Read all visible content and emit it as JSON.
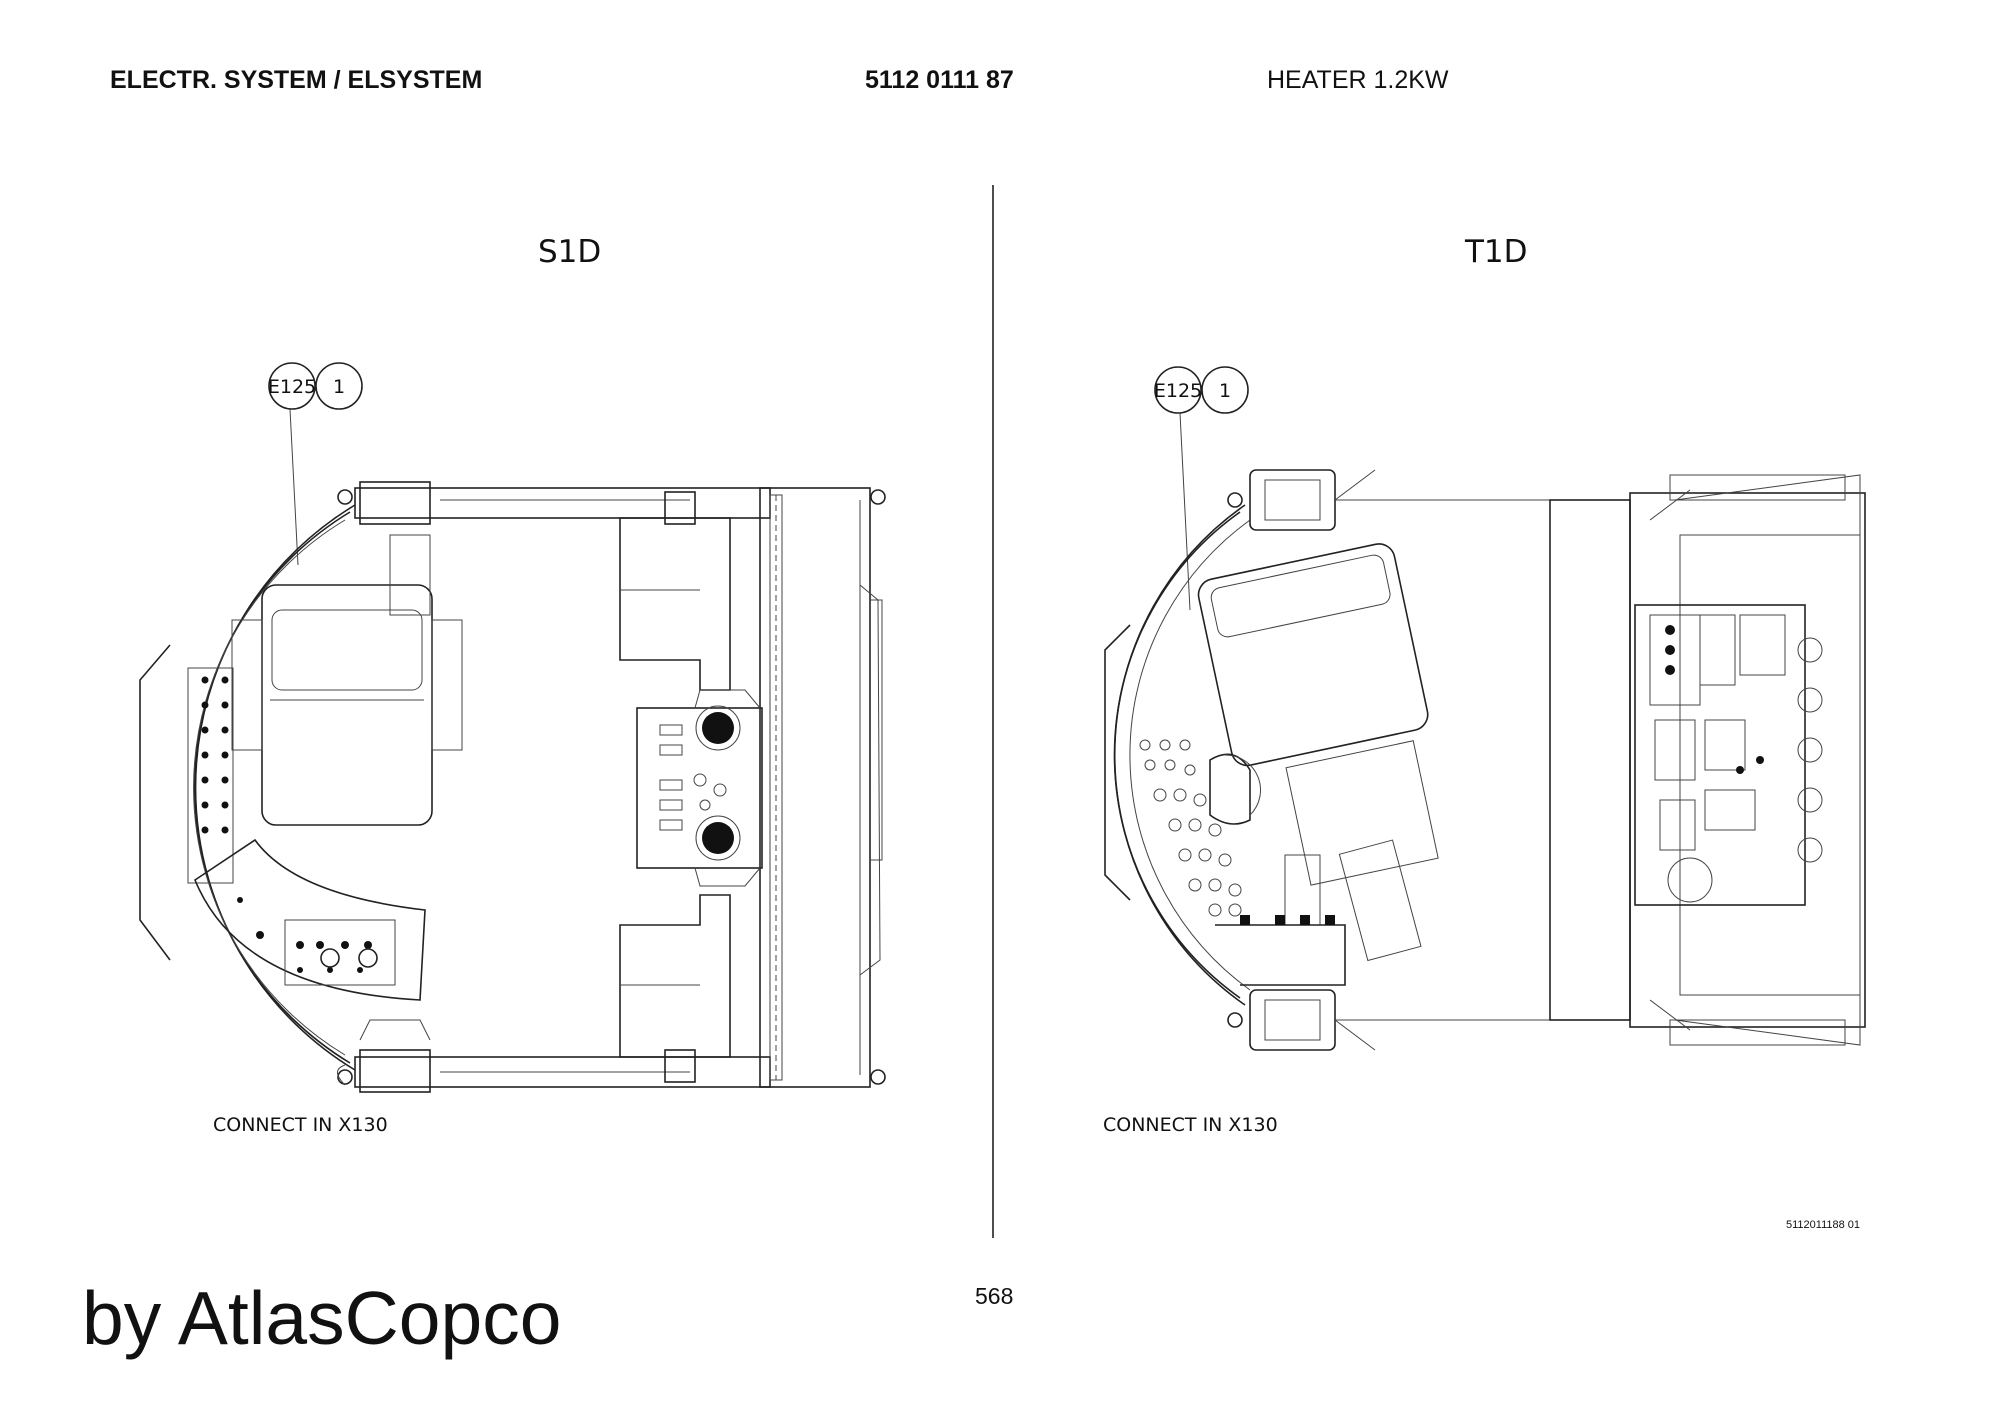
{
  "header": {
    "section": "ELECTR. SYSTEM / ELSYSTEM",
    "part_number": "5112 0111 87",
    "description": "HEATER 1.2KW"
  },
  "views": [
    {
      "title": "S1D",
      "callout_ref": "E125",
      "callout_item": "1",
      "note": "CONNECT IN X130"
    },
    {
      "title": "T1D",
      "callout_ref": "E125",
      "callout_item": "1",
      "note": "CONNECT IN X130"
    }
  ],
  "drawing_code": "5112011188 01",
  "page_number": "568",
  "brand": "by AtlasCopco"
}
